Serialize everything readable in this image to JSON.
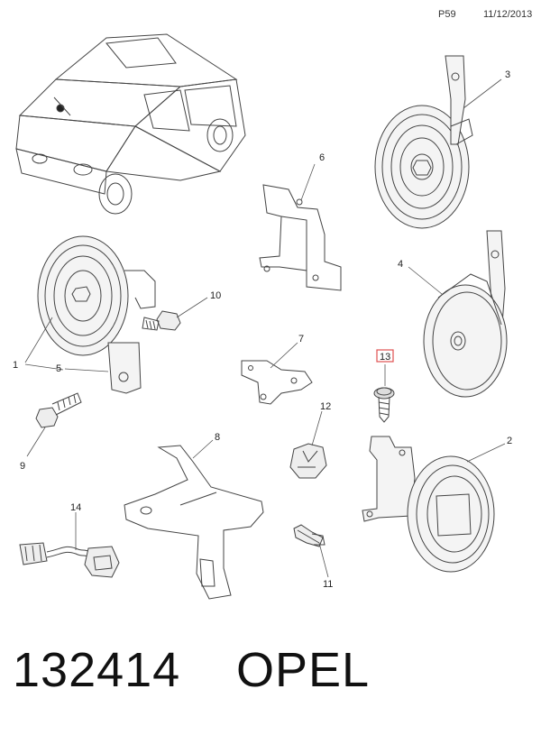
{
  "header": {
    "page": "P59",
    "date": "11/12/2013"
  },
  "callouts": {
    "c1": "1",
    "c2": "2",
    "c3": "3",
    "c4": "4",
    "c5": "5",
    "c6": "6",
    "c7": "7",
    "c8": "8",
    "c9": "9",
    "c10": "10",
    "c11": "11",
    "c12": "12",
    "c13": "13",
    "c14": "14"
  },
  "highlight_color": "#e05050",
  "footer": {
    "code": "132414",
    "brand": "OPEL"
  }
}
